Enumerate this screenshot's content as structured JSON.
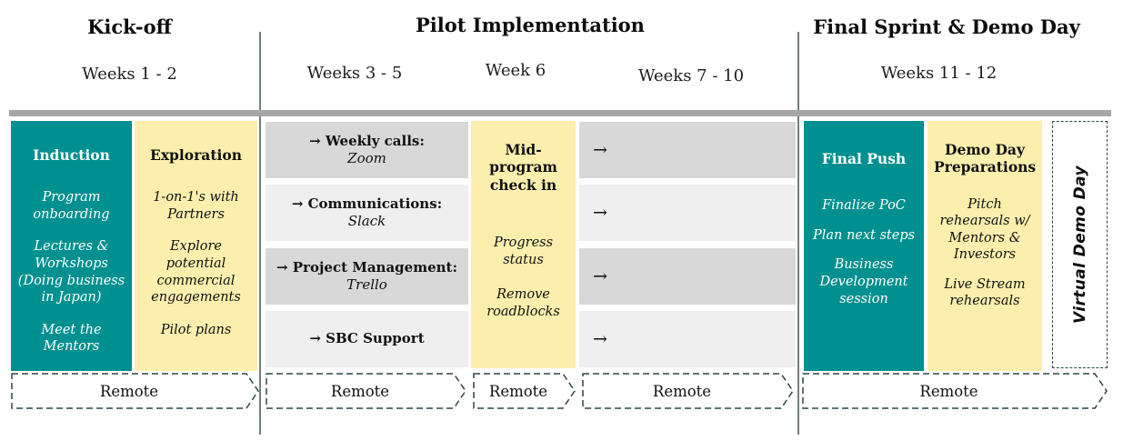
{
  "phases": {
    "kickoff": {
      "title": "Kick-off",
      "weeks": "Weeks 1 - 2"
    },
    "pilot": {
      "title": "Pilot Implementation",
      "weeks_a": "Weeks 3 - 5",
      "weeks_b": "Week 6",
      "weeks_c": "Weeks 7 - 10"
    },
    "final": {
      "title": "Final Sprint & Demo Day",
      "weeks": "Weeks 11 - 12"
    }
  },
  "kickoff": {
    "induction": {
      "title": "Induction",
      "items": [
        "Program onboarding",
        "Lectures & Workshops (Doing business in Japan)",
        "Meet the Mentors"
      ]
    },
    "exploration": {
      "title": "Exploration",
      "items": [
        "1-on-1's with Partners",
        "Explore potential commercial engagements",
        "Pilot plans"
      ]
    }
  },
  "pilot": {
    "flow_arrow": "→",
    "rows": [
      {
        "label": "→ Weekly calls:",
        "tool": "Zoom"
      },
      {
        "label": "→ Communications:",
        "tool": "Slack"
      },
      {
        "label": "→ Project Management:",
        "tool": "Trello"
      },
      {
        "label": "→ SBC Support",
        "tool": ""
      }
    ],
    "midprogram": {
      "title": "Mid-program check in",
      "items": [
        "Progress status",
        "Remove roadblocks"
      ]
    }
  },
  "final": {
    "final_push": {
      "title": "Final Push",
      "items": [
        "Finalize PoC",
        "Plan next steps",
        "Business Development session"
      ]
    },
    "demo_prep": {
      "title": "Demo Day Preparations",
      "items": [
        "Pitch rehearsals w/ Mentors & Investors",
        "Live Stream rehearsals"
      ]
    },
    "virtual_demo_label": "Virtual Demo Day"
  },
  "banners": {
    "kickoff": "Remote",
    "weeks35": "Remote",
    "week6": "Remote",
    "weeks710": "Remote",
    "final": "Remote"
  },
  "colors": {
    "teal": "#00908F",
    "yellow": "#FCEFAE",
    "row_dark": "#D8D8D8",
    "row_light": "#EFEFEF",
    "divider_gray": "#A6A6A6",
    "section_line": "#6E8080",
    "dash_border": "#2F4546"
  }
}
